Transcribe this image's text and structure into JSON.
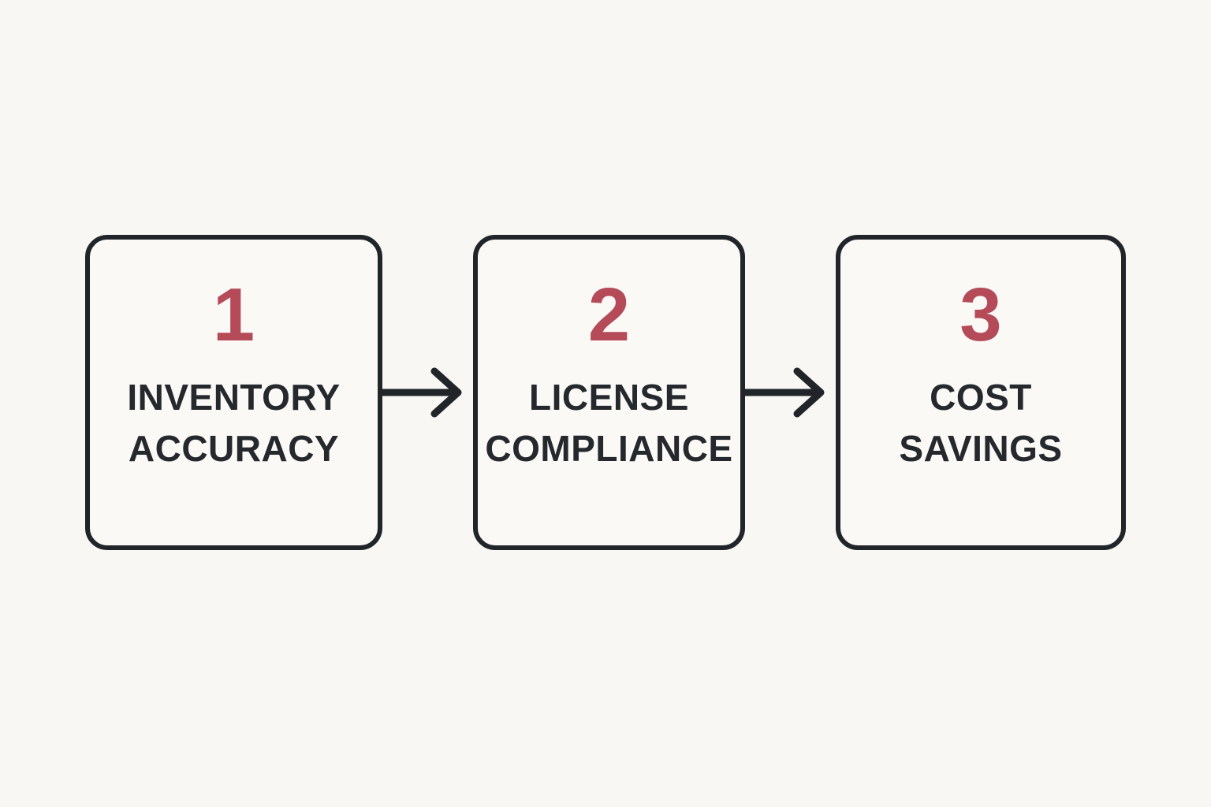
{
  "diagram": {
    "type": "process-flow",
    "direction": "left-to-right",
    "colors": {
      "background": "#f8f7f3",
      "box_fill": "#faf9f6",
      "outline": "#212529",
      "number_accent": "#b54b59",
      "label_text": "#25282c"
    },
    "steps": [
      {
        "number": "1",
        "label_lines": [
          "INVENTORY",
          "ACCURACY"
        ]
      },
      {
        "number": "2",
        "label_lines": [
          "LICENSE",
          "COMPLIANCE"
        ]
      },
      {
        "number": "3",
        "label_lines": [
          "COST",
          "SAVINGS"
        ]
      }
    ],
    "connectors": [
      {
        "icon": "arrow-right"
      },
      {
        "icon": "arrow-right"
      }
    ]
  }
}
